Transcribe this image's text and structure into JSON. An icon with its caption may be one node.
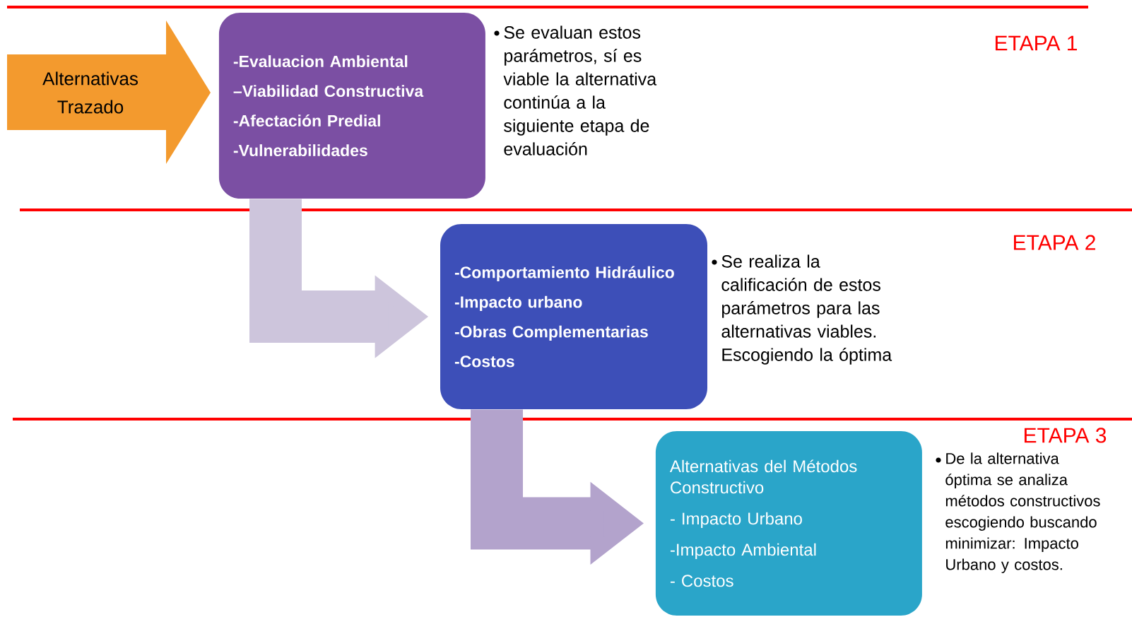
{
  "diagram": {
    "nodes": [
      {
        "text": [
          "Alternativas Trazado"
        ]
      },
      {
        "text": [
          "-Evaluacion Ambiental",
          "–Viabilidad Constructiva",
          "-Afectación Predial",
          "-Vulnerabilidades"
        ],
        "beside": [
          "Se evaluan estos parámetros, sí es viable la alternativa continúa a la siguiente etapa de evaluación"
        ]
      },
      {
        "text": [
          "-Comportamiento Hidráulico",
          "-Impacto urbano",
          "-Obras Complementarias",
          "-Costos"
        ],
        "beside": [
          "Se realiza la calificación de estos parámetros para las alternativas viables. Escogiendo la óptima"
        ]
      },
      {
        "text": [
          "Alternativas del Métodos Constructivo",
          "- Impacto Urbano",
          "-Impacto Ambiental",
          "- Costos"
        ],
        "beside": [
          "De la alternativa óptima se analiza métodos constructivos escogiendo buscando minimizar: Impacto Urbano y costos."
        ]
      }
    ],
    "edges": [
      {
        "from": 1,
        "to": 2,
        "arrow": "to",
        "color": "#cdc5dc"
      },
      {
        "from": 2,
        "to": 3,
        "arrow": "to",
        "color": "#b3a3cc"
      }
    ],
    "labels": [
      "ETAPA 1",
      "ETAPA 2",
      "ETAPA 3"
    ]
  }
}
